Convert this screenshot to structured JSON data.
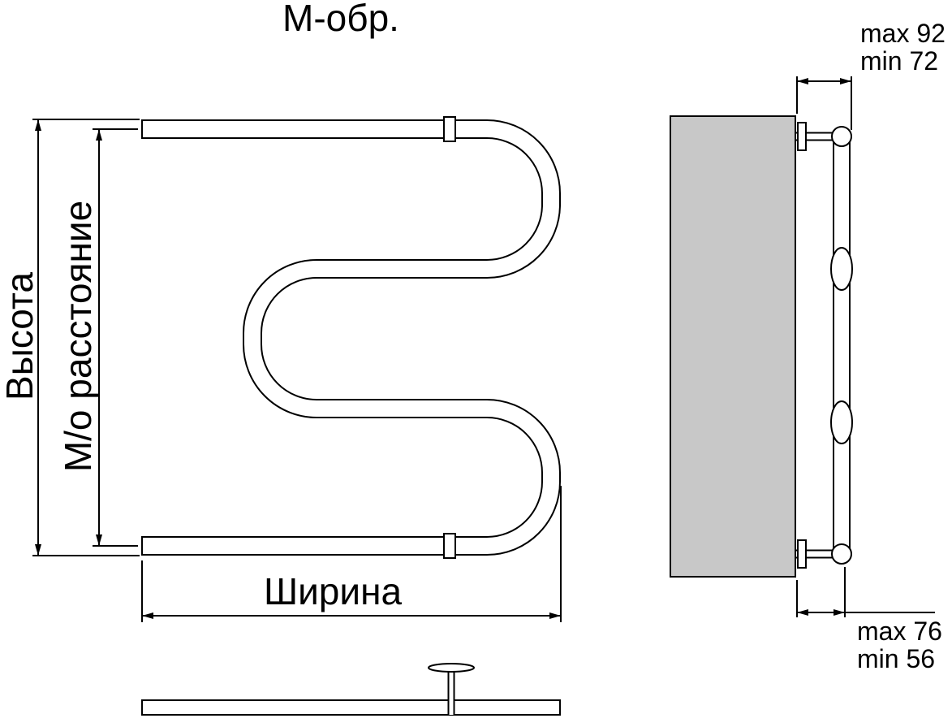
{
  "title": "М-обр.",
  "front_view": {
    "dim_height": "Высота",
    "dim_axial": "М/о расстояние",
    "dim_width": "Ширина"
  },
  "side_view": {
    "top_dim": {
      "max": "max 92",
      "min": "min 72"
    },
    "bottom_dim": {
      "max": "max 76",
      "min": "min 56"
    }
  },
  "colors": {
    "line": "#000000",
    "wall_fill": "#c8c8c8",
    "background": "#ffffff"
  }
}
